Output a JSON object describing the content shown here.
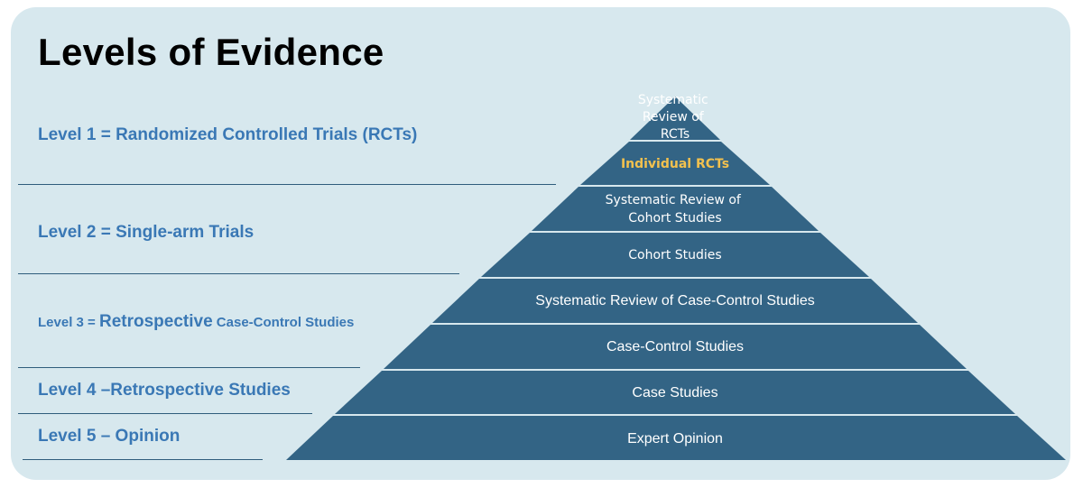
{
  "title": "Levels of Evidence",
  "colors": {
    "panel_background": "#d7e8ee",
    "tier_fill": "#336485",
    "tier_text": "#ffffff",
    "highlight_text": "#f2c14e",
    "level_label": "#3a78b5",
    "title": "#000000"
  },
  "levels": [
    {
      "text": "Level 1 = Randomized Controlled Trials (RCTs)"
    },
    {
      "text": "Level 2 = Single-arm Trials"
    },
    {
      "prefix": "Level 3 = ",
      "emphasis": "Retrospective",
      "suffix": " Case-Control Studies"
    },
    {
      "text": "Level 4 –Retrospective Studies"
    },
    {
      "text": "Level 5 – Opinion"
    }
  ],
  "pyramid": {
    "tiers": [
      {
        "lines": [
          "Systematic",
          "Review of",
          "RCTs"
        ]
      },
      {
        "lines": [
          "Individual RCTs"
        ],
        "highlight": true
      },
      {
        "lines": [
          "Systematic Review of",
          "Cohort Studies"
        ]
      },
      {
        "lines": [
          "Cohort Studies"
        ]
      },
      {
        "lines": [
          "Systematic Review of Case-Control Studies"
        ]
      },
      {
        "lines": [
          "Case-Control Studies"
        ]
      },
      {
        "lines": [
          "Case Studies"
        ]
      },
      {
        "lines": [
          "Expert Opinion"
        ]
      }
    ]
  }
}
